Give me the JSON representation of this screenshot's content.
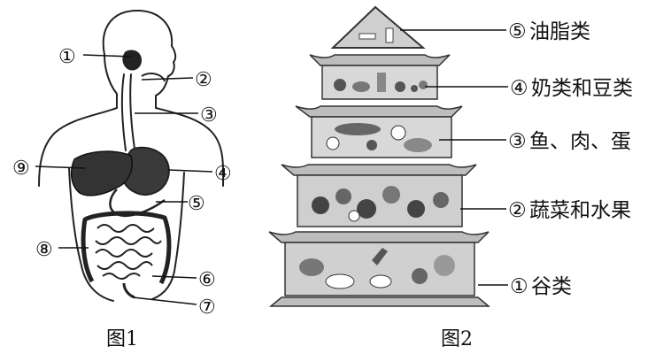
{
  "figure1": {
    "caption": "图1",
    "labels": [
      "①",
      "②",
      "③",
      "④",
      "⑤",
      "⑥",
      "⑦",
      "⑧",
      "⑨"
    ]
  },
  "figure2": {
    "caption": "图2",
    "layers": [
      {
        "number": "⑤",
        "name": "油脂类"
      },
      {
        "number": "④",
        "name": "奶类和豆类"
      },
      {
        "number": "③",
        "name": "鱼、肉、蛋"
      },
      {
        "number": "②",
        "name": "蔬菜和水果"
      },
      {
        "number": "①",
        "name": "谷类"
      }
    ]
  }
}
